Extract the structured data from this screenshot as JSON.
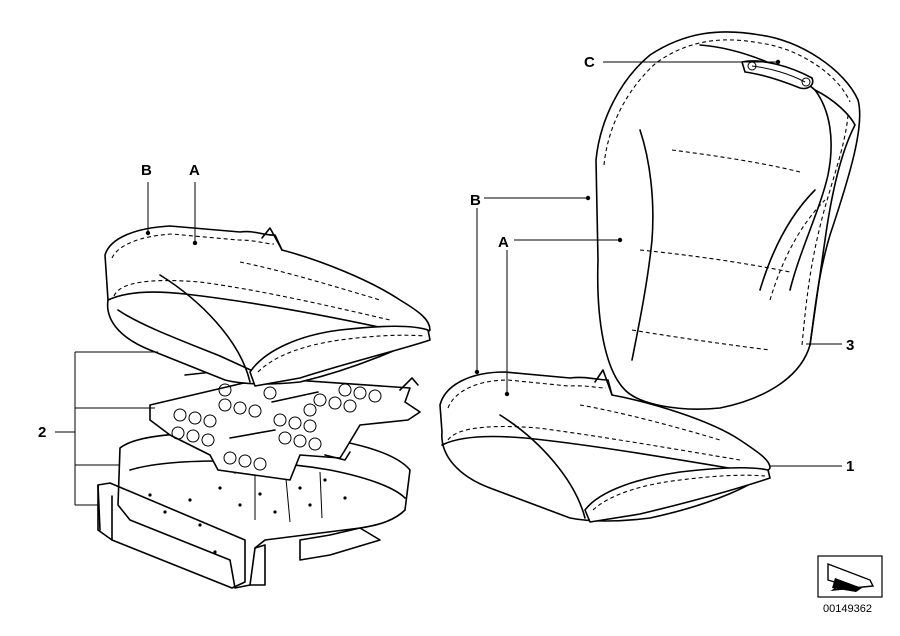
{
  "labels": {
    "seat_b": "B",
    "seat_a": "A",
    "item_2": "2",
    "back_c": "C",
    "back_b": "B",
    "back_a": "A",
    "item_3": "3",
    "item_1": "1"
  },
  "diagram_code": "00149362",
  "icons": {
    "orientation": "arrow-icon"
  }
}
